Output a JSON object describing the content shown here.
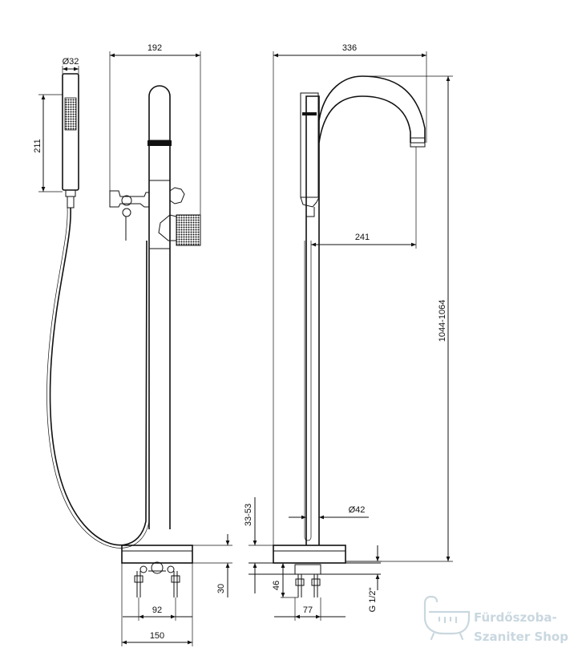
{
  "dimensions": {
    "hand_shower_diameter": "Ø32",
    "hand_shower_length": "211",
    "front_width": "192",
    "side_width": "336",
    "spout_reach": "241",
    "total_height": "1044-1064",
    "column_diameter": "Ø42",
    "base_height_range": "33-53",
    "base_thickness": "30",
    "fixing_spacing": "92",
    "base_diameter": "150",
    "floor_depth": "46",
    "connector_spacing": "77",
    "thread": "G 1/2\""
  },
  "watermark": {
    "line1": "Fürdőszoba-",
    "line2": "Szaniter Shop",
    "color": "#c9d7df",
    "icon": "bathtub-icon"
  }
}
